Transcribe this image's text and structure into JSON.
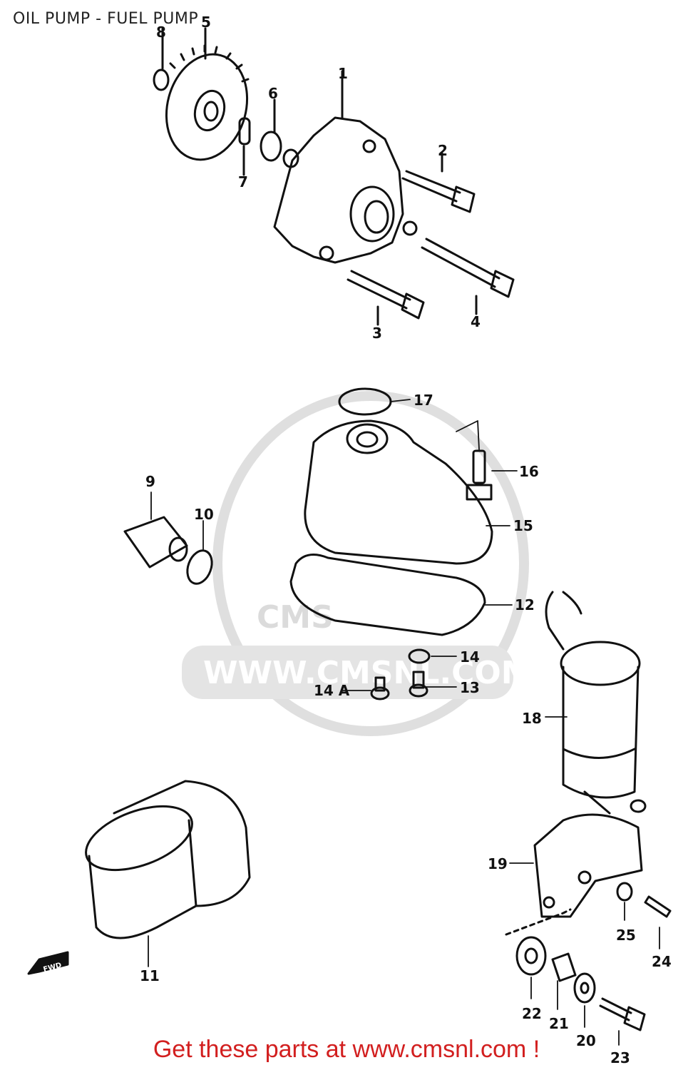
{
  "title": "OIL PUMP - FUEL PUMP",
  "footer": "Get these parts at www.cmsnl.com !",
  "watermark": {
    "logo": "CMS",
    "url": "WWW.CMSNL.COM"
  },
  "colors": {
    "ink": "#111111",
    "footer": "#d21f1f",
    "watermark": "#d8d8d8"
  },
  "callouts": {
    "p1": "1",
    "p2": "2",
    "p3": "3",
    "p4": "4",
    "p5": "5",
    "p6": "6",
    "p7": "7",
    "p8": "8",
    "p9": "9",
    "p10": "10",
    "p11": "11",
    "p12": "12",
    "p13": "13",
    "p14": "14",
    "p14a": "14 A",
    "p15": "15",
    "p16": "16",
    "p17": "17",
    "p18": "18",
    "p19": "19",
    "p20": "20",
    "p21": "21",
    "p22": "22",
    "p23": "23",
    "p24": "24",
    "p25": "25"
  },
  "fwd_label": "FWD"
}
